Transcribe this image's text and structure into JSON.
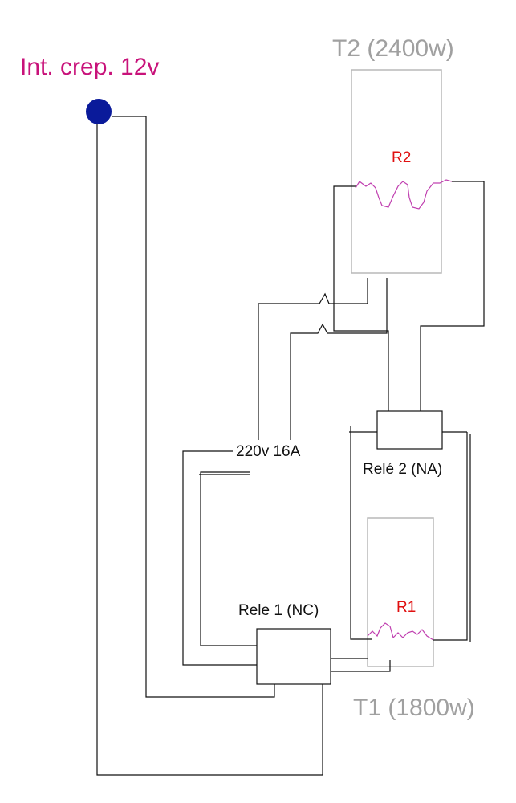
{
  "title": "Int. crep. 12v",
  "labels": {
    "t2": "T2 (2400w)",
    "t1": "T1 (1800w)",
    "r2": "R2",
    "r1": "R1",
    "supply": "220v 16A",
    "rele2": "Relé 2 (NA)",
    "rele1": "Rele 1 (NC)"
  },
  "colors": {
    "title": "#c8127a",
    "tank_label": "#a0a0a0",
    "resistor_label": "#e01010",
    "resistor_wave": "#c040b0",
    "wire": "#111111",
    "tank_outline": "#b8b8b8",
    "switch_dot": "#0a1a9a"
  }
}
